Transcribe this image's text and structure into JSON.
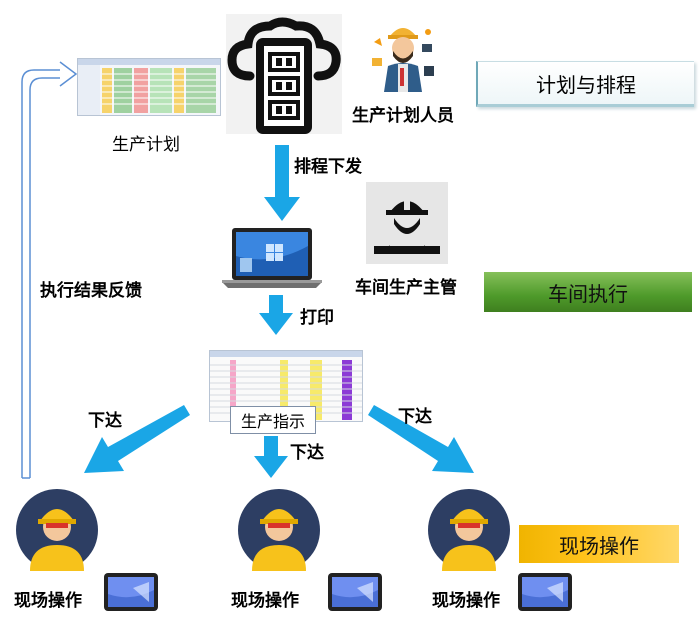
{
  "labels": {
    "planner": "生产计划人员",
    "production_plan": "生产计划",
    "schedule_dispatch": "排程下发",
    "shop_manager": "车间生产主管",
    "feedback": "执行结果反馈",
    "print": "打印",
    "dispatch_left": "下达",
    "dispatch_mid": "下达",
    "dispatch_right": "下达",
    "instruction": "生产指示",
    "worker_left": "现场操作",
    "worker_mid": "现场操作",
    "worker_right": "现场操作"
  },
  "banners": {
    "plan": "计划与排程",
    "shop": "车间执行",
    "site": "现场操作"
  },
  "colors": {
    "arrow_blue": "#1aa6e6",
    "feedback_line": "#5b8fd4",
    "worker_bg": "#2d3e63",
    "helmet": "#f7c21b",
    "shop_banner": "#5aa532",
    "site_banner": "#ffc21a"
  }
}
